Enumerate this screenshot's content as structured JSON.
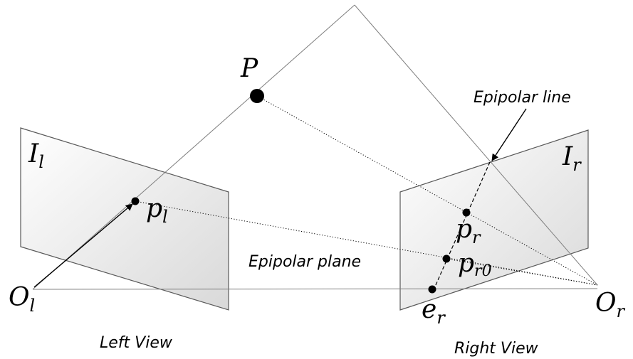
{
  "diagram": {
    "point_P": "P",
    "point_Ol": {
      "base": "O",
      "sub": "l"
    },
    "point_Or": {
      "base": "O",
      "sub": "r"
    },
    "image_left": {
      "base": "I",
      "sub": "l"
    },
    "image_right": {
      "base": "I",
      "sub": "r"
    },
    "point_pl": {
      "base": "p",
      "sub": "l"
    },
    "point_pr": {
      "base": "p",
      "sub": "r"
    },
    "point_pr0": {
      "base": "p",
      "sub": "r0"
    },
    "point_er": {
      "base": "e",
      "sub": "r"
    },
    "epipolar_line_label": "Epipolar line",
    "epipolar_plane_label": "Epipolar plane",
    "left_view_caption": "Left View",
    "right_view_caption": "Right View"
  },
  "colors": {
    "plane_fill_light": "#ffffff",
    "plane_fill_dark": "#d9d9d9",
    "line": "#7f7f7f",
    "ink": "#000000"
  }
}
